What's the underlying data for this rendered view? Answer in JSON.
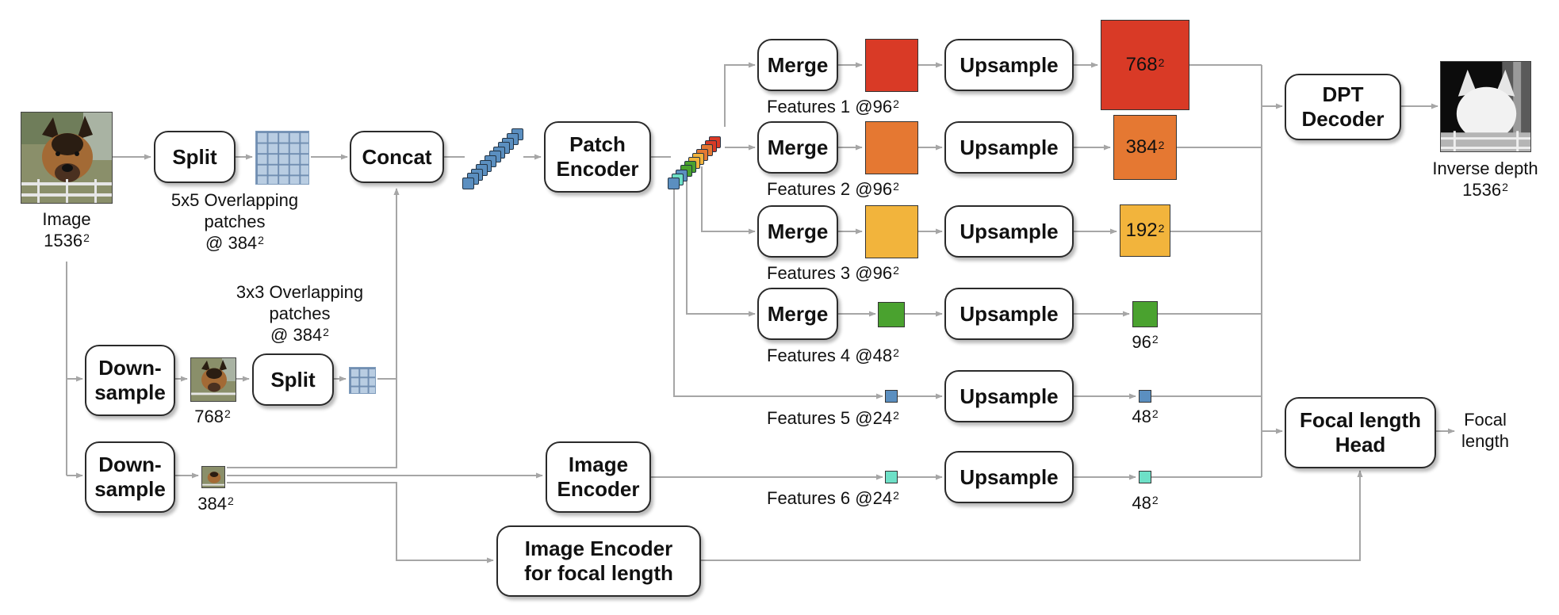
{
  "input": {
    "title": "Image",
    "size": "1536",
    "exp": "2"
  },
  "split1": {
    "label": "Split",
    "caption": [
      "5x5 Overlapping",
      "patches",
      "@ 384"
    ],
    "exp": "2"
  },
  "concat": {
    "label": "Concat"
  },
  "patch_encoder": {
    "label": [
      "Patch",
      "Encoder"
    ]
  },
  "downsample1": {
    "label": [
      "Down-",
      "sample"
    ],
    "size": "768",
    "exp": "2"
  },
  "split2": {
    "label": "Split",
    "caption": [
      "3x3 Overlapping",
      "patches",
      "@ 384"
    ],
    "exp": "2"
  },
  "downsample2": {
    "label": [
      "Down-",
      "sample"
    ],
    "size": "384",
    "exp": "2"
  },
  "image_encoder": {
    "label": [
      "Image",
      "Encoder"
    ]
  },
  "focal_encoder": {
    "label": [
      "Image Encoder",
      "for focal length"
    ]
  },
  "merge_label": "Merge",
  "upsample_label": "Upsample",
  "features": [
    {
      "label": "Features 1 @96",
      "exp": "2",
      "color": "#d93a26",
      "out_size": "768",
      "out_exp": "2",
      "merge": true
    },
    {
      "label": "Features 2 @96",
      "exp": "2",
      "color": "#e57832",
      "out_size": "384",
      "out_exp": "2",
      "merge": true
    },
    {
      "label": "Features 3 @96",
      "exp": "2",
      "color": "#f2b43c",
      "out_size": "192",
      "out_exp": "2",
      "merge": true
    },
    {
      "label": "Features 4 @48",
      "exp": "2",
      "color": "#4aa22f",
      "out_size": "96",
      "out_exp": "2",
      "merge": true
    },
    {
      "label": "Features 5 @24",
      "exp": "2",
      "color": "#5b8fc0",
      "out_size": "48",
      "out_exp": "2",
      "merge": false
    },
    {
      "label": "Features 6 @24",
      "exp": "2",
      "color": "#6ee0c7",
      "out_size": "48",
      "out_exp": "2",
      "merge": false
    }
  ],
  "dpt_decoder": {
    "label": [
      "DPT",
      "Decoder"
    ]
  },
  "output": {
    "title": "Inverse depth",
    "size": "1536",
    "exp": "2"
  },
  "focal_head": {
    "label": [
      "Focal length",
      "Head"
    ]
  },
  "focal_output": {
    "label": [
      "Focal",
      "length"
    ]
  },
  "colors": {
    "arrow": "#a6a6a6",
    "patch_blue": "#5b8fc0",
    "grid_blue": "#b9cde2"
  }
}
